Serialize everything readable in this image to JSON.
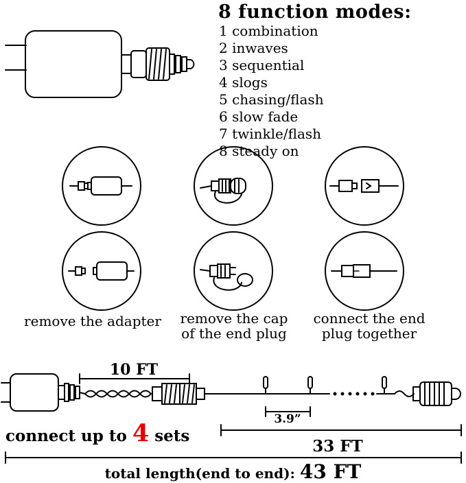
{
  "title": "8 function modes:",
  "modes": [
    "1 combination",
    "2 inwaves",
    "3 sequential",
    "4 slogs",
    "5 chasing/flash",
    "6 slow fade",
    "7 twinkle/flash",
    "8 steady on"
  ],
  "steps": [
    {
      "lines": [
        "remove the adapter"
      ]
    },
    {
      "lines": [
        "remove the cap",
        "of the end plug"
      ]
    },
    {
      "lines": [
        "connect the end",
        "plug together"
      ]
    }
  ],
  "measurements": {
    "segment": "10 FT",
    "bulb_spacing": "3.9”",
    "string": "33 FT",
    "total_label": "total length(end to end):",
    "total_value": "43 FT"
  },
  "connect": {
    "prefix": "connect up to ",
    "count": "4",
    "suffix": " sets"
  },
  "colors": {
    "accent_red": "#e60000",
    "line": "#000000",
    "background": "#ffffff"
  },
  "illustrations": [
    "power-adapter-icon",
    "plug-with-adapter-icon",
    "end-plug-with-cap-icon",
    "end-plugs-apart-icon",
    "adapter-removed-icon",
    "cap-removed-icon",
    "end-plugs-connected-icon",
    "light-string-icon"
  ]
}
